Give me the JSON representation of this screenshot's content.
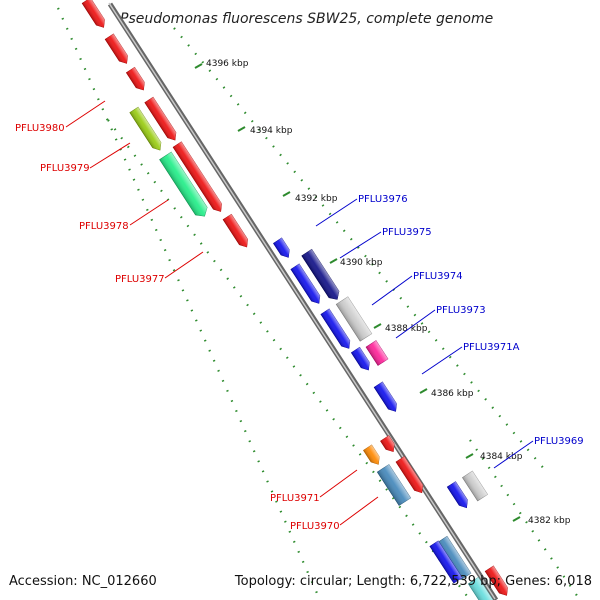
{
  "title": "Pseudomonas fluorescens SBW25, complete genome",
  "footer": {
    "accession": "Accession: NC_012660",
    "topology": "Topology: circular; Length: 6,722,539 bp; Genes: 6,018"
  },
  "colors": {
    "background": "#ffffff",
    "backbone": "#8a8a8a",
    "ticks": "#2e8b2e",
    "label_forward": "#dd0000",
    "label_reverse": "#0000cc"
  },
  "kbp_labels": [
    "4396 kbp",
    "4394 kbp",
    "4392 kbp",
    "4390 kbp",
    "4388 kbp",
    "4386 kbp",
    "4384 kbp",
    "4382 kbp"
  ],
  "gene_labels": {
    "left": [
      "PFLU3980",
      "PFLU3979",
      "PFLU3978",
      "PFLU3977",
      "PFLU3971",
      "PFLU3970"
    ],
    "right": [
      "PFLU3976",
      "PFLU3975",
      "PFLU3974",
      "PFLU3973",
      "PFLU3971A",
      "PFLU3969"
    ]
  }
}
